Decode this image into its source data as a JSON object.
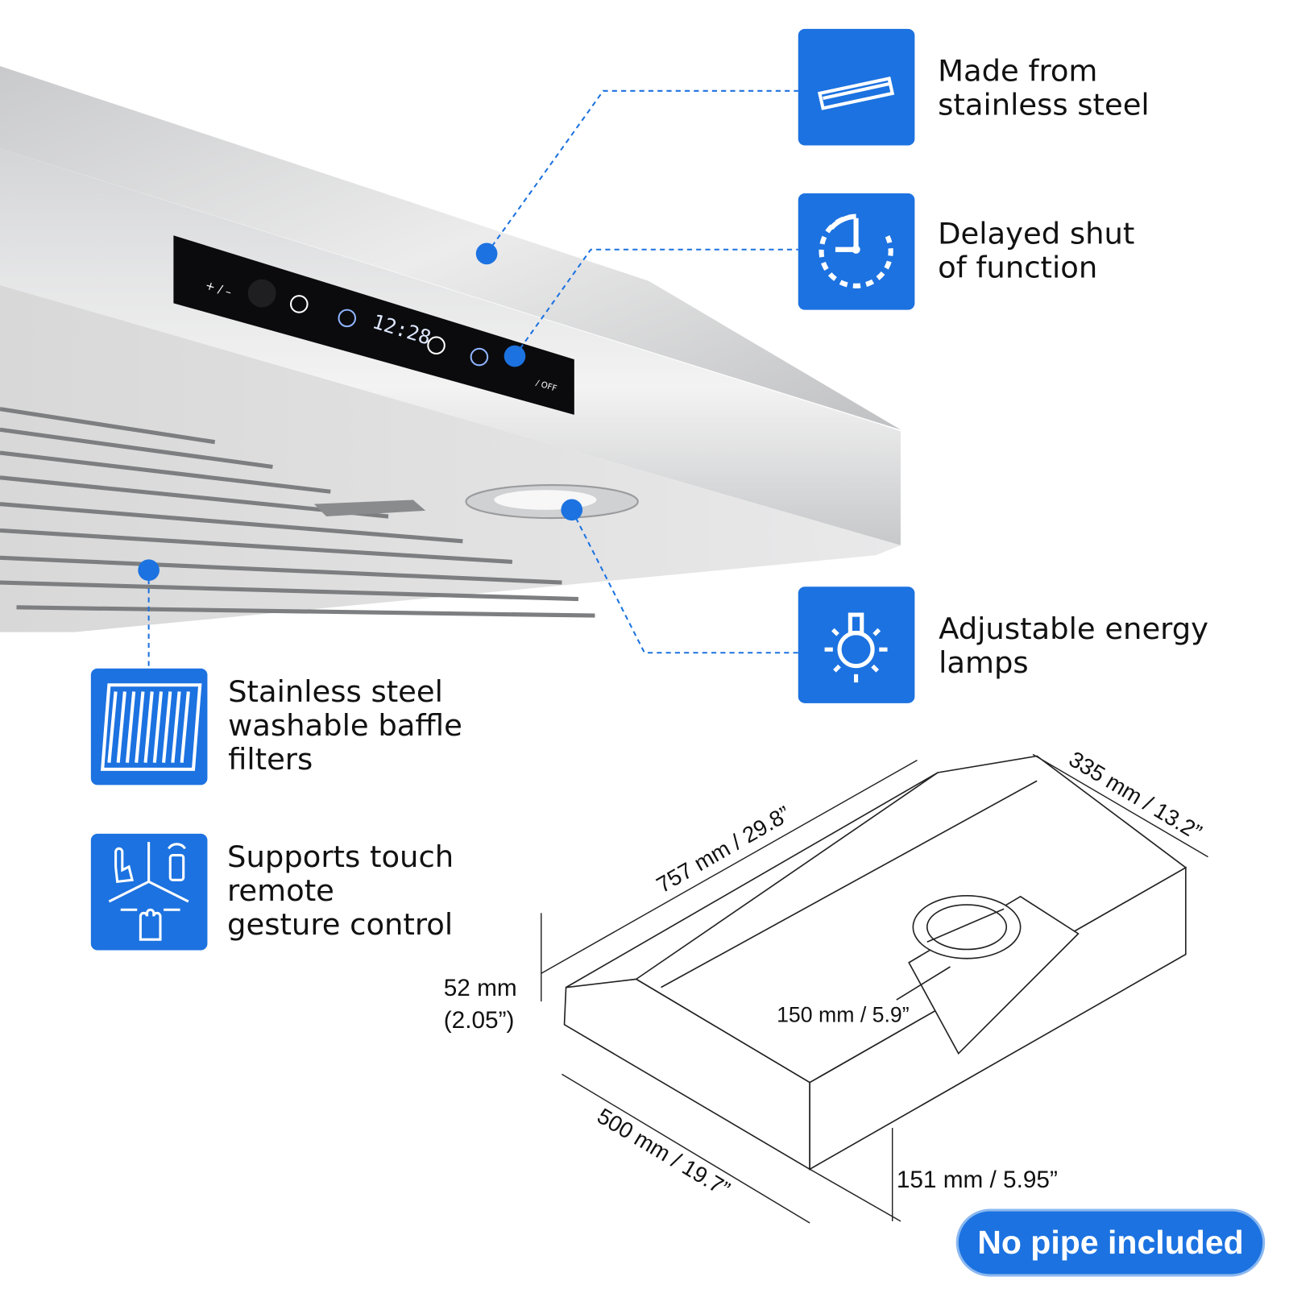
{
  "features": [
    {
      "id": "stainless",
      "icon": "panel-strip-icon",
      "lines": [
        "Made from",
        "stainless steel"
      ]
    },
    {
      "id": "delay",
      "icon": "timer-icon",
      "lines": [
        "Delayed shut",
        "of function"
      ]
    },
    {
      "id": "lamps",
      "icon": "lamp-icon",
      "lines": [
        "Adjustable energy",
        "lamps"
      ]
    },
    {
      "id": "filters",
      "icon": "baffle-filter-icon",
      "lines": [
        "Stainless steel",
        "washable baffle",
        "filters"
      ]
    },
    {
      "id": "control",
      "icon": "gesture-control-icon",
      "lines": [
        "Supports touch",
        "remote",
        "gesture control"
      ]
    }
  ],
  "control_panel": {
    "adjust_label": "+ / –",
    "clock": "12:28",
    "off_label": "/ OFF"
  },
  "dimensions": {
    "width": "757 mm / 29.8”",
    "depth_top": "335 mm / 13.2”",
    "front_height_1": "52 mm",
    "front_height_2": "(2.05”)",
    "depth": "500 mm / 19.7”",
    "duct": "150 mm / 5.9”",
    "height": "151 mm / 5.95”"
  },
  "badge": "No pipe included",
  "colors": {
    "accent": "#1c72e0",
    "panel": "#0b0b0d"
  }
}
